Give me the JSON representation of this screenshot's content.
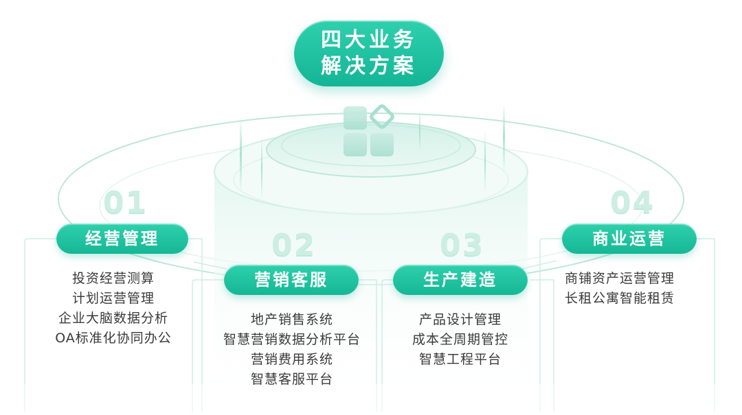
{
  "title": {
    "line1": "四大业务",
    "line2": "解决方案"
  },
  "colors": {
    "accent": "#1ec3a1",
    "accent_dark": "#14b596",
    "number": "#cdeee3",
    "text": "#3a3a3a"
  },
  "center_icon": "grid-diamond-icon",
  "sections": [
    {
      "number": "01",
      "label": "经营管理",
      "items": [
        "投资经营测算",
        "计划运营管理",
        "企业大脑数据分析",
        "OA标准化协同办公"
      ]
    },
    {
      "number": "02",
      "label": "营销客服",
      "items": [
        "地产销售系统",
        "智慧营销数据分析平台",
        "营销费用系统",
        "智慧客服平台"
      ]
    },
    {
      "number": "03",
      "label": "生产建造",
      "items": [
        "产品设计管理",
        "成本全周期管控",
        "智慧工程平台"
      ]
    },
    {
      "number": "04",
      "label": "商业运营",
      "items": [
        "商铺资产运营管理",
        "长租公寓智能租赁"
      ]
    }
  ]
}
